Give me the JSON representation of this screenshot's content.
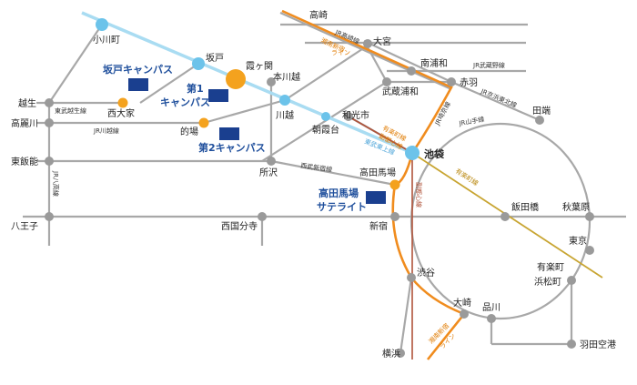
{
  "stations": {
    "ogawamachi": "小川町",
    "sakado": "坂戸",
    "kasumigaseki": "霞ヶ関",
    "honkawagoe": "本川越",
    "kawagoe": "川越",
    "asakadai": "朝霞台",
    "wakoshi": "和光市",
    "ikebukuro": "池袋",
    "takasaki": "高崎",
    "omiya": "大宮",
    "minamiurawa": "南浦和",
    "musashiurawa": "武蔵浦和",
    "akabane": "赤羽",
    "tabata": "田端",
    "oguse": "越生",
    "nishiomiya": "西大家",
    "matoba": "的場",
    "komagawa": "高麗川",
    "higashihanno": "東飯能",
    "tokorozawa": "所沢",
    "takadanobaba": "高田馬場",
    "iidabashi": "飯田橋",
    "akihabara": "秋葉原",
    "hachioji": "八王子",
    "nishikokubunji": "西国分寺",
    "shinjuku": "新宿",
    "tokyo": "東京",
    "yurakucho": "有楽町",
    "hamamatsucho": "浜松町",
    "shibuya": "渋谷",
    "osaki": "大崎",
    "shinagawa": "品川",
    "yokohama": "横浜",
    "hanedakuko": "羽田空港"
  },
  "campuses": {
    "sakado": "坂戸キャンパス",
    "dai1_line1": "第1",
    "dai1_line2": "キャンパス",
    "dai2": "第2キャンパス",
    "takadanobaba_line1": "高田馬場",
    "takadanobaba_line2": "サテライト"
  },
  "lines": {
    "jr_takasaki": "JR高崎線",
    "shonan_shinjuku_top": "湘南新宿",
    "line_top": "ライン",
    "jr_musashino": "JR武蔵野線",
    "tobu_ogose": "東武越生線",
    "jr_kawagoe": "JR川越線",
    "jr_saikyo": "JR埼京線",
    "jr_keihin_tohoku": "JR京浜東北線",
    "jr_yamanote": "JR山手線",
    "yurakucho_fukutoshin_1": "有楽町線",
    "yurakucho_fukutoshin_2": "副都心線",
    "tobu_tojo": "東武東上線",
    "seibu_shinjuku": "西武新宿線",
    "jr_hachiko": "JR八高線",
    "yurakucho_sen": "有楽町線",
    "fukutoshin": "副都心線",
    "shonan_shinjuku_bottom": "湘南新宿",
    "line_bottom": "ライン"
  },
  "colors": {
    "gray_line": "#a8a8a8",
    "tojo_line": "#a9dcf2",
    "tojo_station": "#6cc3ea",
    "shonan_line": "#f08c1e",
    "fukutoshin_line": "#b0533a",
    "yurakucho_line": "#c8a532",
    "campus_square": "#1a3f8f",
    "campus_station": "#f4a21e",
    "gray_station": "#9a9a9a",
    "campus_text": "#1f4f9c"
  }
}
